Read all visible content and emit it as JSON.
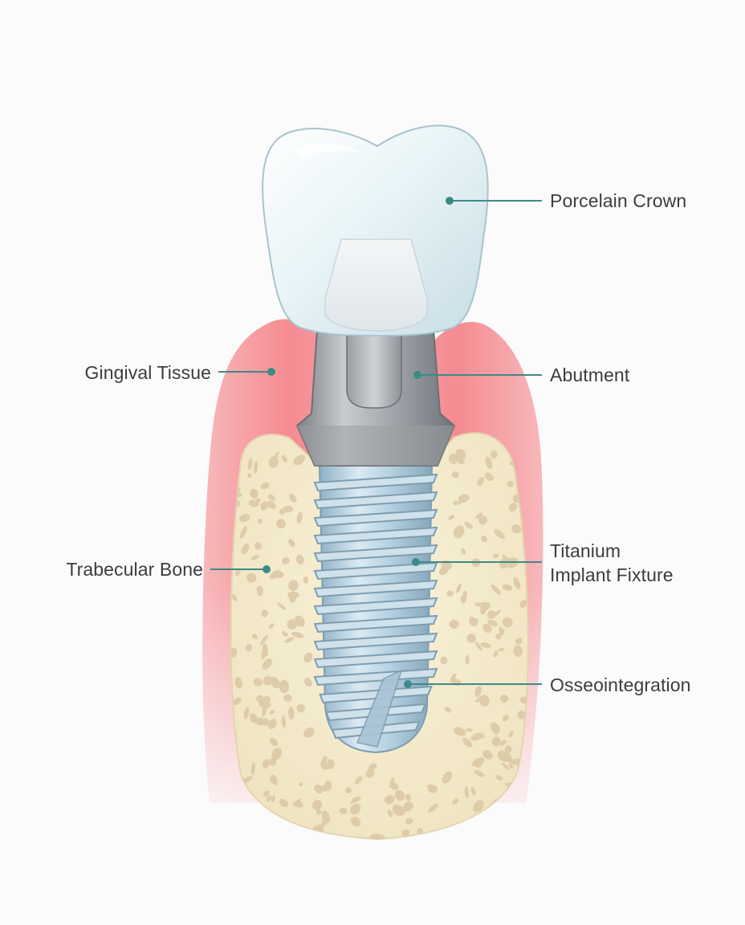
{
  "labels": {
    "porcelain_crown": "Porcelain Crown",
    "abutment": "Abutment",
    "titanium_line1": "Titanium",
    "titanium_line2": "Implant Fixture",
    "osseointegration": "Osseointegration",
    "gingival_tissue": "Gingival Tissue",
    "trabecular_bone": "Trabecular Bone"
  },
  "colors": {
    "background": "#fbfbfb",
    "leader_line": "#3d8a87",
    "gum": "#f07f86",
    "gum_light": "#fbd6d6",
    "bone": "#f3ebcf",
    "bone_pore": "#d9c6a4",
    "crown": "#e6f2f5",
    "abutment_metal": "#9ea3a8",
    "implant": "#b7d2e2",
    "text": "#3a3d40"
  }
}
